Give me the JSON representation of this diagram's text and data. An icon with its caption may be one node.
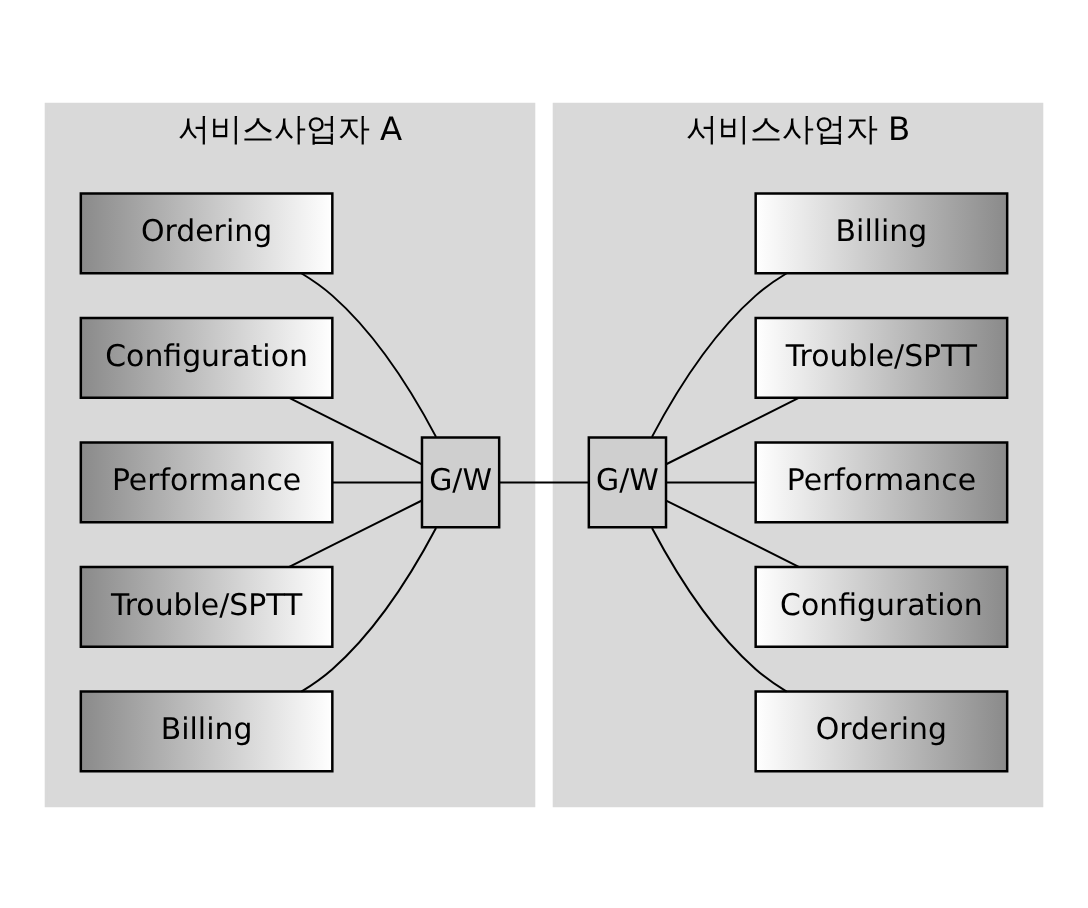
{
  "diagram": {
    "nodes": [
      {
        "text": [
          "서비스사업자 A"
        ]
      },
      {
        "text": [
          "Ordering"
        ],
        "in": 0
      },
      {
        "text": [
          "Configuration"
        ],
        "in": 0
      },
      {
        "text": [
          "Performance"
        ],
        "in": 0
      },
      {
        "text": [
          "Trouble/SPTT"
        ],
        "in": 0
      },
      {
        "text": [
          "Billing"
        ],
        "in": 0
      },
      {
        "text": [
          "G/W"
        ],
        "in": 0
      },
      {
        "text": [
          "서비스사업자 B"
        ]
      },
      {
        "text": [
          "G/W"
        ],
        "in": 7
      },
      {
        "text": [
          "Ordering"
        ],
        "in": 7
      },
      {
        "text": [
          "Configuration"
        ],
        "in": 7
      },
      {
        "text": [
          "Performance"
        ],
        "in": 7
      },
      {
        "text": [
          "Trouble/SPTT"
        ],
        "in": 7
      },
      {
        "text": [
          "Billing"
        ],
        "in": 7
      }
    ],
    "edges": [
      {
        "from": 1,
        "to": 6,
        "arrow": "none"
      },
      {
        "from": 2,
        "to": 6,
        "arrow": "none"
      },
      {
        "from": 3,
        "to": 6,
        "arrow": "none"
      },
      {
        "from": 4,
        "to": 6,
        "arrow": "none"
      },
      {
        "from": 5,
        "to": 6,
        "arrow": "none"
      },
      {
        "from": 6,
        "to": 8,
        "arrow": "none"
      },
      {
        "from": 8,
        "to": 9,
        "arrow": "none"
      },
      {
        "from": 8,
        "to": 10,
        "arrow": "none"
      },
      {
        "from": 8,
        "to": 11,
        "arrow": "none"
      },
      {
        "from": 8,
        "to": 12,
        "arrow": "none"
      },
      {
        "from": 8,
        "to": 13,
        "arrow": "none"
      }
    ]
  }
}
